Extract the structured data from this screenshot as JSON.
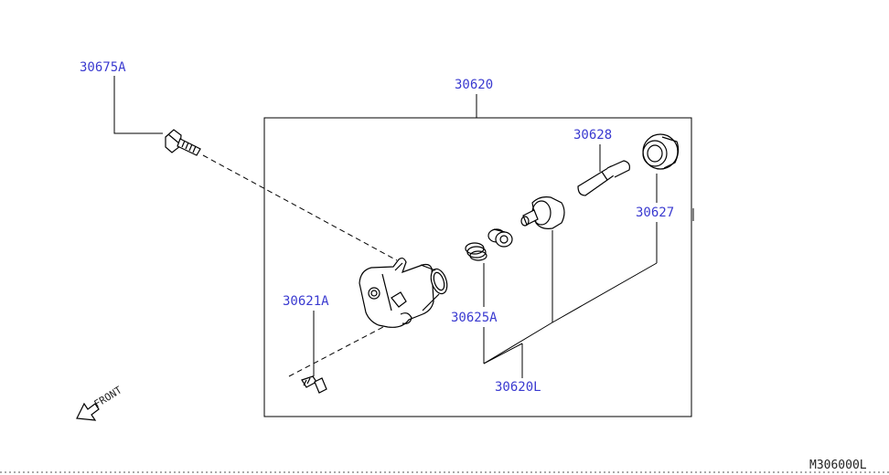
{
  "diagram": {
    "diagram_code": "M306000L",
    "front_indicator": "FRONT",
    "part_labels": {
      "bolt": "30675A",
      "cylinder_assembly": "30620",
      "push_rod": "30628",
      "bleeder_cap": "30627",
      "bleeder_screw": "30621A",
      "repair_kit_spring": "30625A",
      "repair_kit": "30620L"
    }
  },
  "colors": {
    "label_text": "#3a3ad0",
    "line_art": "#000000",
    "background": "#ffffff"
  }
}
